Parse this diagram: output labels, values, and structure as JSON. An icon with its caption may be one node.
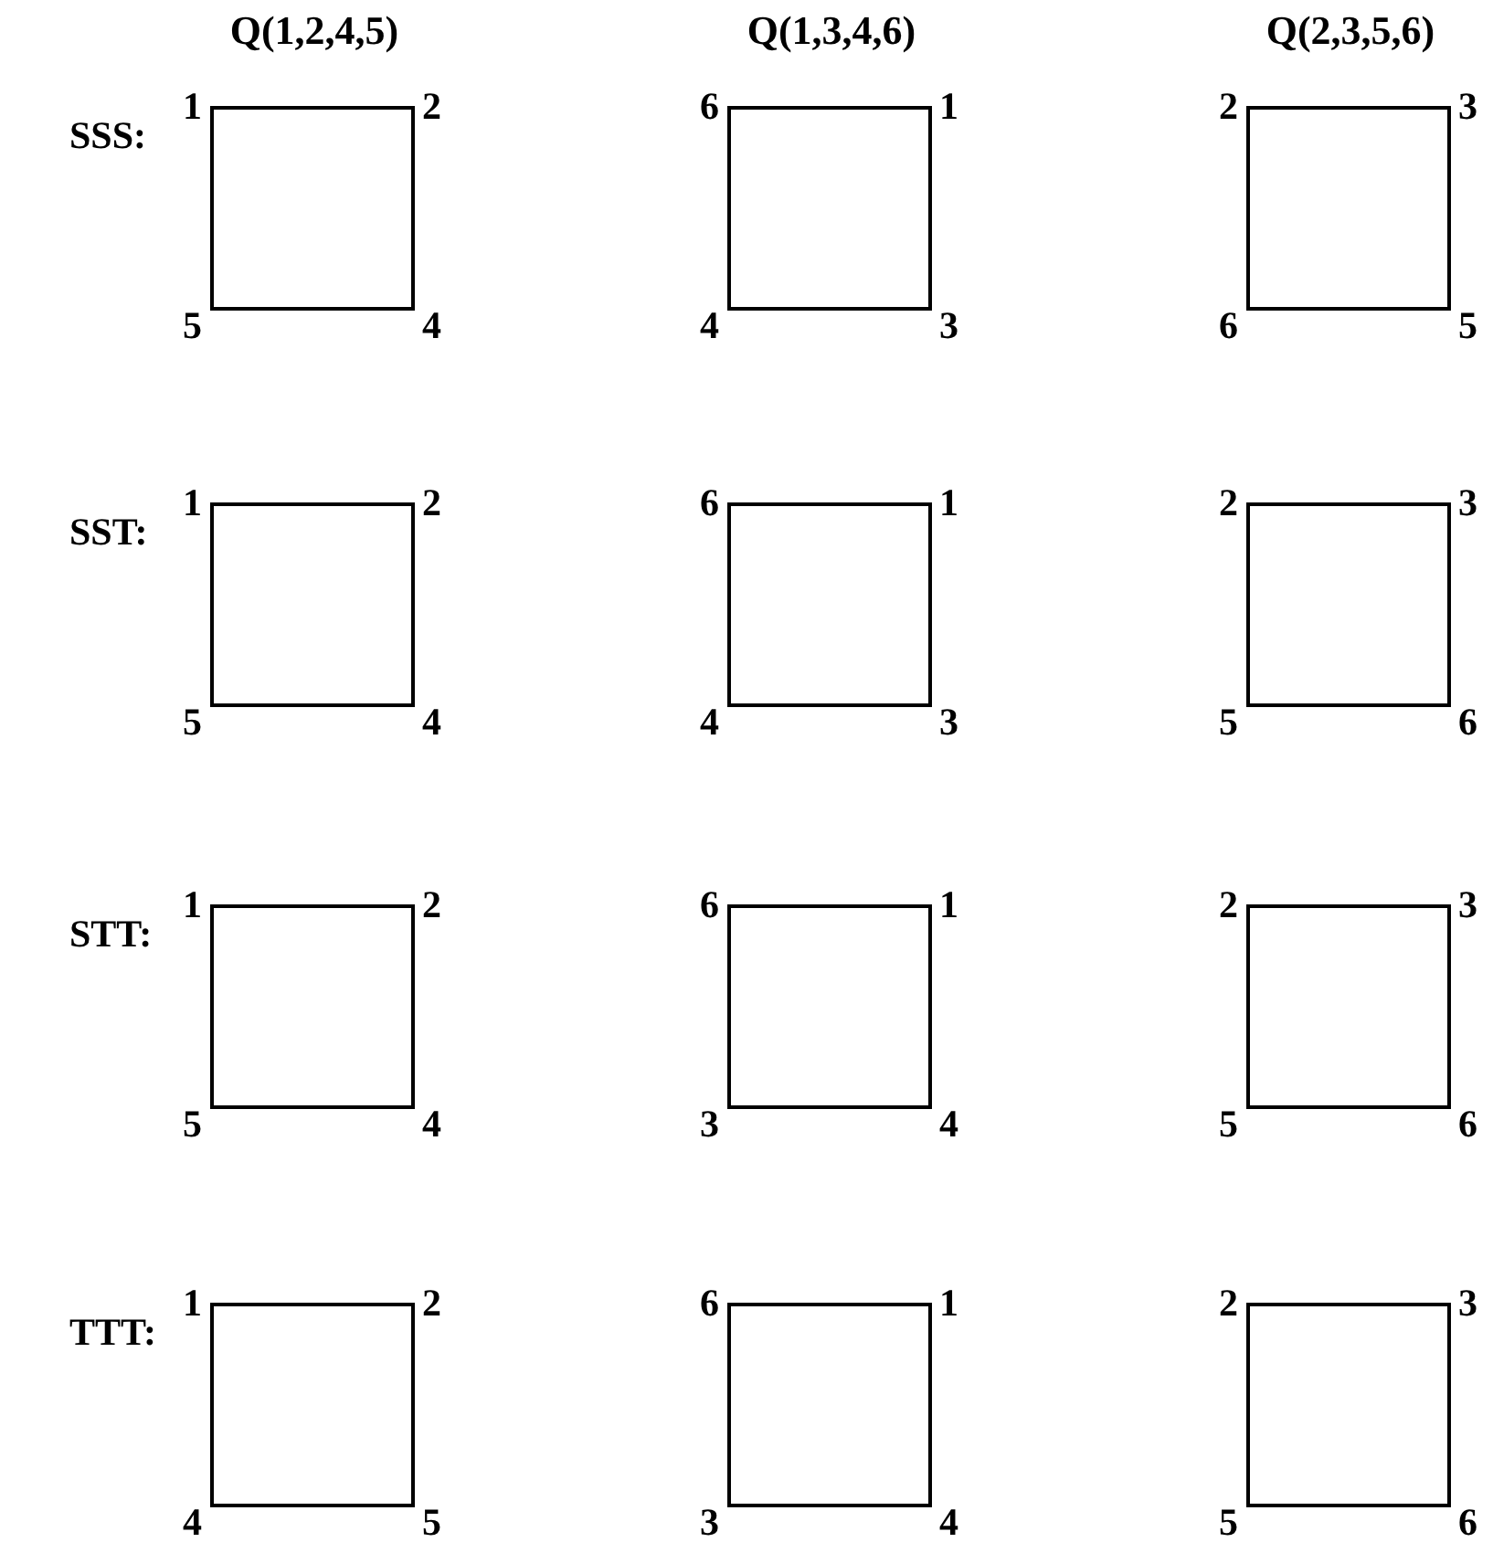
{
  "diagram": {
    "nodes": [
      {
        "text": [],
        "shape": "box"
      },
      {
        "text": [],
        "shape": "box"
      },
      {
        "text": [],
        "shape": "box"
      },
      {
        "text": [],
        "shape": "box"
      },
      {
        "text": [],
        "shape": "box"
      },
      {
        "text": [],
        "shape": "box"
      },
      {
        "text": [],
        "shape": "box"
      },
      {
        "text": [],
        "shape": "box"
      },
      {
        "text": [],
        "shape": "box"
      },
      {
        "text": [],
        "shape": "box"
      },
      {
        "text": [],
        "shape": "box"
      },
      {
        "text": [],
        "shape": "box"
      }
    ],
    "labels": [
      "Q(1,2,4,5)",
      "Q(1,3,4,6)",
      "Q(2,3,5,6)",
      "SSS:",
      "1",
      "2",
      "6",
      "1",
      "2",
      "3",
      "5",
      "4",
      "4",
      "3",
      "6",
      "5",
      "SST:",
      "1",
      "2",
      "6",
      "1",
      "2",
      "3",
      "5",
      "4",
      "4",
      "3",
      "5",
      "6",
      "STT:",
      "1",
      "2",
      "6",
      "1",
      "2",
      "3",
      "5",
      "4",
      "3",
      "4",
      "5",
      "6",
      "TTT:",
      "1",
      "2",
      "6",
      "1",
      "2",
      "3",
      "4",
      "5",
      "3",
      "4",
      "5",
      "6"
    ]
  }
}
